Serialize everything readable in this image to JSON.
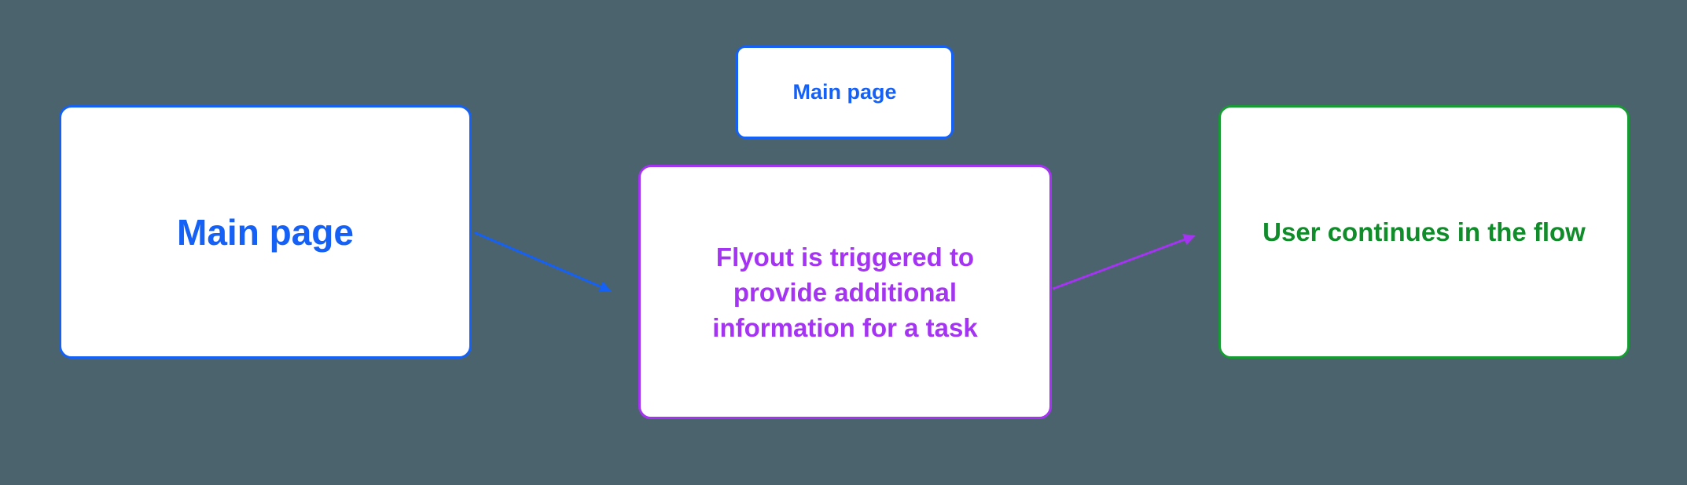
{
  "diagram": {
    "nodes": [
      {
        "id": "main-page-large",
        "label": "Main page",
        "color_role": "blue"
      },
      {
        "id": "main-page-small",
        "label": "Main page",
        "color_role": "blue"
      },
      {
        "id": "flyout",
        "label": "Flyout is triggered to provide additional information for a task",
        "color_role": "purple"
      },
      {
        "id": "continue",
        "label": "User continues in the flow",
        "color_role": "green"
      }
    ],
    "edges": [
      {
        "from": "main-page-large",
        "to": "flyout",
        "color_role": "blue"
      },
      {
        "from": "flyout",
        "to": "continue",
        "color_role": "purple"
      }
    ]
  },
  "colors": {
    "background": "#4a636c",
    "node_bg": "#ffffff",
    "blue": "#1560f5",
    "purple": "#a434f2",
    "green_border": "#189a34",
    "green_text": "#108c2a"
  }
}
